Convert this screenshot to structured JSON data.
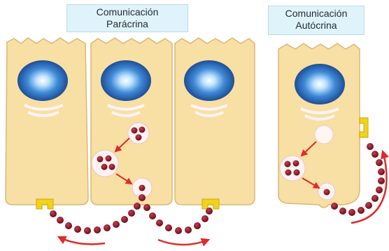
{
  "labels": {
    "paracrine": {
      "line1": "Comunicación",
      "line2": "Parácrina"
    },
    "autocrine": {
      "line1": "Comunicación",
      "line2": "Autócrina"
    }
  },
  "colors": {
    "cell_fill": "#f8dfa4",
    "cell_stroke": "#d9b877",
    "nucleus": "#1f5fb0",
    "vesicle": "#8a1020",
    "arrow": "#e02a2a",
    "receptor": "#f2d21a",
    "label_bg": "#dff3fa"
  }
}
